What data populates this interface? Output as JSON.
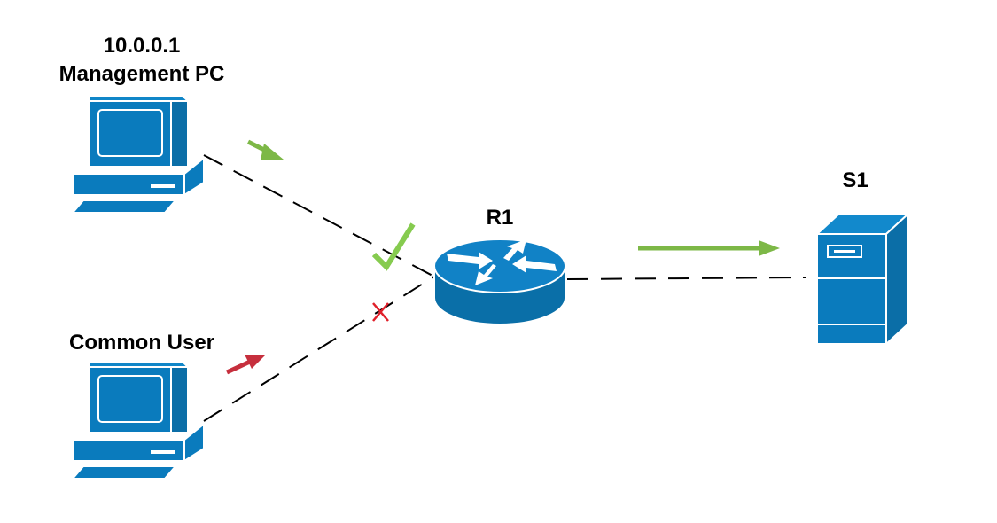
{
  "nodes": {
    "management_pc": {
      "ip_label": "10.0.0.1",
      "name_label": "Management PC",
      "icon": "desktop-computer-icon"
    },
    "common_user": {
      "name_label": "Common User",
      "icon": "desktop-computer-icon"
    },
    "router": {
      "name_label": "R1",
      "icon": "router-icon"
    },
    "server": {
      "name_label": "S1",
      "icon": "server-icon"
    }
  },
  "links": [
    {
      "from": "Management PC",
      "to": "R1",
      "style": "dashed",
      "status": "allowed",
      "status_icon": "checkmark-icon"
    },
    {
      "from": "Common User",
      "to": "R1",
      "style": "dashed",
      "status": "denied",
      "status_icon": "x-mark-icon"
    },
    {
      "from": "R1",
      "to": "S1",
      "style": "dashed",
      "status": "forwarded"
    }
  ],
  "colors": {
    "device_fill": "#0A7BBD",
    "device_dark": "#065F8F",
    "router_top": "#1182C6",
    "router_side": "#0A6FA8",
    "allowed_arrow": "#7DB847",
    "denied_arrow": "#C62F3D",
    "checkmark": "#86CB4F",
    "x_mark": "#E0202A",
    "link_line": "#000000"
  }
}
